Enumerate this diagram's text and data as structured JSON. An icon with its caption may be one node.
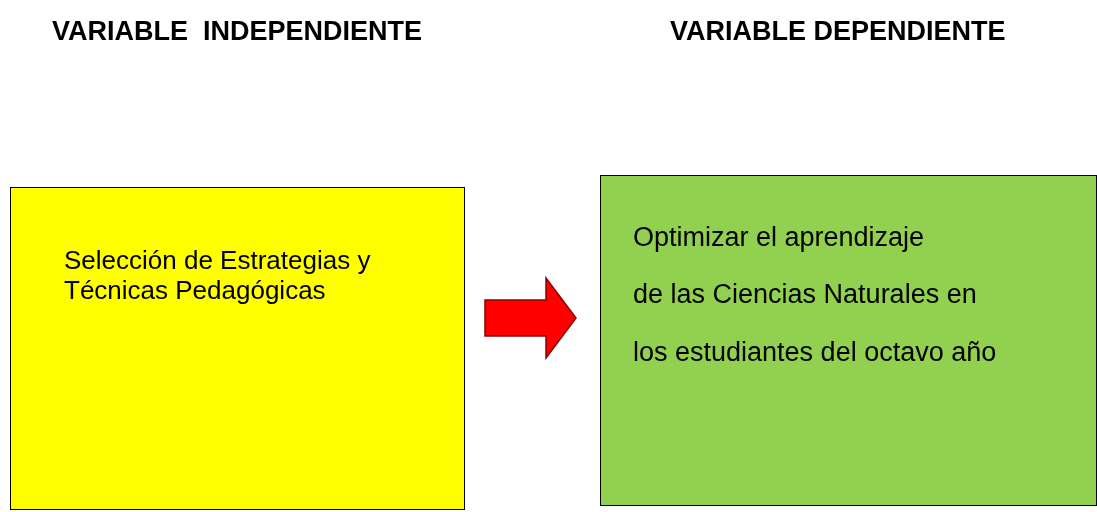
{
  "diagram": {
    "nodes": [
      {
        "text": [
          "Selección de Estrategias y Técnicas Pedagógicas"
        ]
      },
      {
        "text": [
          "Optimizar el aprendizaje",
          "de las Ciencias Naturales en",
          "los estudiantes del octavo año"
        ]
      }
    ],
    "edges": [
      {
        "from": 0,
        "to": 1,
        "arrow": "to",
        "style": "thick",
        "color": "#ff0000"
      }
    ],
    "labels": [
      "VARIABLE  INDEPENDIENTE",
      "VARIABLE DEPENDIENTE"
    ]
  }
}
